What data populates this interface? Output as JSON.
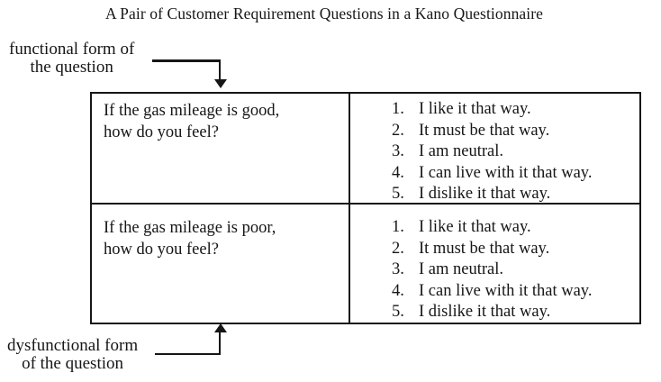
{
  "figure": {
    "title": "A Pair of Customer Requirement Questions in a Kano Questionnaire"
  },
  "annotations": {
    "functional": {
      "line1": "functional form of",
      "line2": "the question"
    },
    "dysfunctional": {
      "line1": "dysfunctional form",
      "line2": "of the question"
    }
  },
  "table": {
    "rows": [
      {
        "form": "functional",
        "question": {
          "line1": "If the gas mileage is good,",
          "line2": "how do you feel?"
        },
        "options": [
          {
            "num": "1.",
            "text": "I like it that way."
          },
          {
            "num": "2.",
            "text": "It must be that way."
          },
          {
            "num": "3.",
            "text": "I am neutral."
          },
          {
            "num": "4.",
            "text": "I can live with it that way."
          },
          {
            "num": "5.",
            "text": "I dislike it that way."
          }
        ]
      },
      {
        "form": "dysfunctional",
        "question": {
          "line1": "If the gas mileage is poor,",
          "line2": "how do you feel?"
        },
        "options": [
          {
            "num": "1.",
            "text": "I like it that way."
          },
          {
            "num": "2.",
            "text": "It must be that way."
          },
          {
            "num": "3.",
            "text": "I am neutral."
          },
          {
            "num": "4.",
            "text": "I can live with it that way."
          },
          {
            "num": "5.",
            "text": "I dislike it that way."
          }
        ]
      }
    ]
  },
  "colors": {
    "ink": "#161616",
    "background": "#ffffff"
  }
}
